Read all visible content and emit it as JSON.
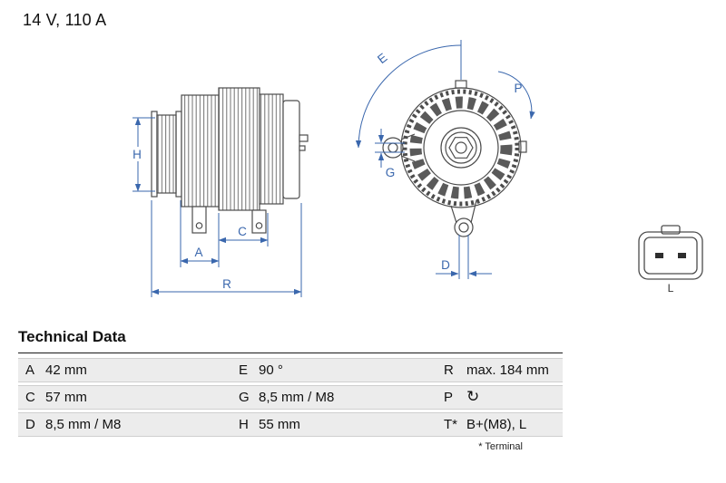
{
  "header": {
    "rating": "14 V, 110 A"
  },
  "diagram": {
    "dimension_color": "#3a67ad",
    "drawing_color": "#4c4c4c",
    "labels": {
      "H": "H",
      "A": "A",
      "C": "C",
      "R": "R",
      "E": "E",
      "P": "P",
      "G": "G",
      "D": "D"
    },
    "connector": {
      "label": "L"
    }
  },
  "table": {
    "title": "Technical Data",
    "row_background": "#ececec",
    "rows": [
      {
        "cells": [
          {
            "key": "A",
            "value": "42 mm"
          },
          {
            "key": "E",
            "value": "90 °"
          },
          {
            "key": "R",
            "value": "max. 184 mm"
          }
        ]
      },
      {
        "cells": [
          {
            "key": "C",
            "value": "57 mm"
          },
          {
            "key": "G",
            "value": "8,5 mm / M8"
          },
          {
            "key": "P",
            "value": "↻"
          }
        ]
      },
      {
        "cells": [
          {
            "key": "D",
            "value": "8,5 mm / M8"
          },
          {
            "key": "H",
            "value": "55 mm"
          },
          {
            "key": "T*",
            "value": "B+(M8), L"
          }
        ]
      }
    ],
    "footnote": "* Terminal"
  }
}
